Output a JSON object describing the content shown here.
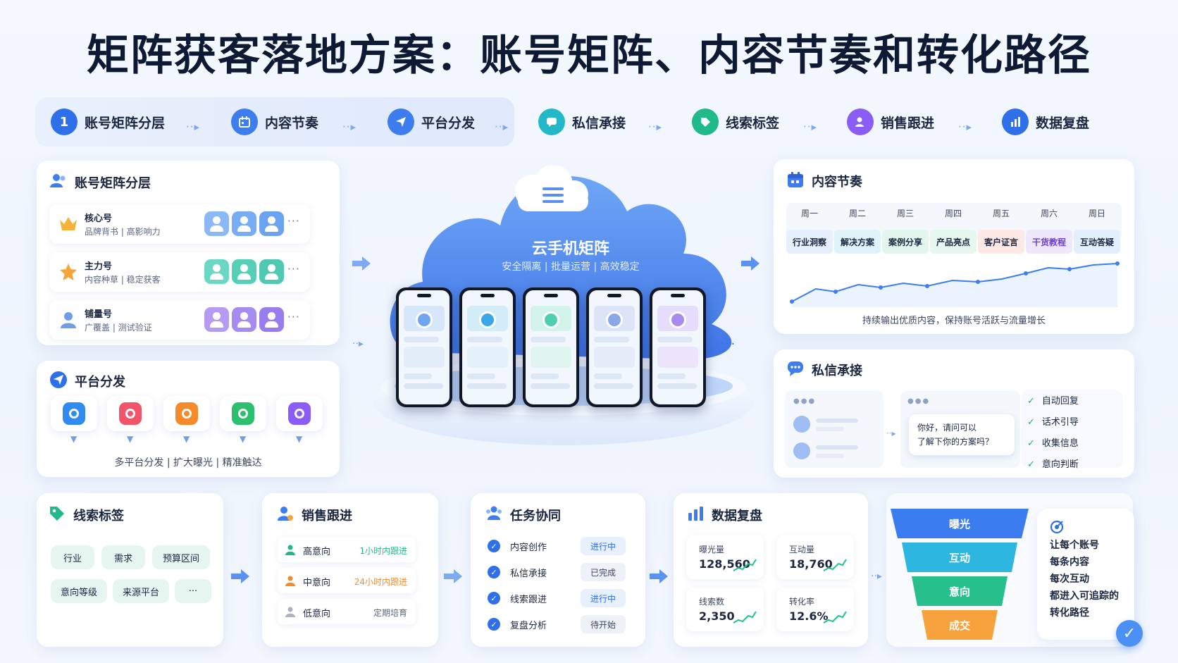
{
  "title": "矩阵获客落地方案：账号矩阵、内容节奏和转化路径",
  "flow_steps": [
    {
      "number": "1",
      "label": "账号矩阵分层",
      "icon": "number-one-icon",
      "color": "#2f6fea"
    },
    {
      "label": "内容节奏",
      "icon": "calendar-icon",
      "color": "#2f6fea"
    },
    {
      "label": "平台分发",
      "icon": "send-icon",
      "color": "#2f6fea"
    },
    {
      "label": "私信承接",
      "icon": "chat-icon",
      "color": "#22b8c8"
    },
    {
      "label": "线索标签",
      "icon": "tag-icon",
      "color": "#1fb98a"
    },
    {
      "label": "销售跟进",
      "icon": "user-edit-icon",
      "color": "#8b5cf6"
    },
    {
      "label": "数据复盘",
      "icon": "bar-chart-icon",
      "color": "#2f6fea"
    }
  ],
  "account_tiers": {
    "title": "账号矩阵分层",
    "tiers": [
      {
        "name": "核心号",
        "desc": "品牌背书 | 高影响力",
        "icon": "crown-icon",
        "avatar_color": "#7fb2f5"
      },
      {
        "name": "主力号",
        "desc": "内容种草 | 稳定获客",
        "icon": "star-icon",
        "avatar_color": "#5fd6bf"
      },
      {
        "name": "铺量号",
        "desc": "广覆盖 | 测试验证",
        "icon": "person-icon",
        "avatar_color": "#a98bf0"
      }
    ]
  },
  "platform": {
    "title": "平台分发",
    "caption": "多平台分发 | 扩大曝光 | 精准触达",
    "platforms": [
      {
        "icon": "platform-blue-icon",
        "color": "#2f8bf0"
      },
      {
        "icon": "platform-red-icon",
        "color": "#f0556a"
      },
      {
        "icon": "platform-orange-icon",
        "color": "#f58a2a"
      },
      {
        "icon": "platform-green-icon",
        "color": "#2cbf6e"
      },
      {
        "icon": "platform-purple-icon",
        "color": "#8b5cf6"
      }
    ]
  },
  "cloud": {
    "title": "云手机矩阵",
    "subtitle": "安全隔离 | 批量运营 | 高效稳定",
    "phones": [
      {
        "accent": "#6fa6f2"
      },
      {
        "accent": "#3aa7e8"
      },
      {
        "accent": "#4fcfb0"
      },
      {
        "accent": "#8aa8e8"
      },
      {
        "accent": "#a98bf0"
      }
    ]
  },
  "content_rhythm": {
    "title": "内容节奏",
    "days": [
      "周一",
      "周二",
      "周三",
      "周四",
      "周五",
      "周六",
      "周日"
    ],
    "tags": [
      {
        "label": "行业洞察",
        "bg": "#e6effd",
        "color": "#1b2740"
      },
      {
        "label": "解决方案",
        "bg": "#e0f3fb",
        "color": "#1b2740"
      },
      {
        "label": "案例分享",
        "bg": "#e3f6ee",
        "color": "#1b2740"
      },
      {
        "label": "产品亮点",
        "bg": "#e6f7ef",
        "color": "#1b2740"
      },
      {
        "label": "客户证言",
        "bg": "#fde8e6",
        "color": "#1b2740"
      },
      {
        "label": "干货教程",
        "bg": "#efe8fd",
        "color": "#6b3fd6"
      },
      {
        "label": "互动答疑",
        "bg": "#e4effd",
        "color": "#1b2740"
      }
    ],
    "caption": "持续输出优质内容，保持账号活跃与流量增长"
  },
  "dm": {
    "title": "私信承接",
    "bubble_line1": "你好，请问可以",
    "bubble_line2": "了解下你的方案吗？",
    "checks": [
      "自动回复",
      "话术引导",
      "收集信息",
      "意向判断"
    ]
  },
  "lead_tags": {
    "title": "线索标签",
    "tags": [
      "行业",
      "需求",
      "预算区间",
      "意向等级",
      "来源平台",
      "···"
    ]
  },
  "sales": {
    "title": "销售跟进",
    "rows": [
      {
        "label": "高意向",
        "note": "1小时内跟进",
        "color": "#1fb98a",
        "icon": "person-green-icon"
      },
      {
        "label": "中意向",
        "note": "24小时内跟进",
        "color": "#f58a2a",
        "icon": "person-orange-icon"
      },
      {
        "label": "低意向",
        "note": "定期培育",
        "color": "#5a6780",
        "icon": "person-gray-icon"
      }
    ]
  },
  "tasks": {
    "title": "任务协同",
    "rows": [
      {
        "label": "内容创作",
        "status": "进行中",
        "status_color": "#2f6fea",
        "status_bg": "#e8f0fe"
      },
      {
        "label": "私信承接",
        "status": "已完成",
        "status_color": "#3a4560",
        "status_bg": "#eef2f8"
      },
      {
        "label": "线索跟进",
        "status": "进行中",
        "status_color": "#2f6fea",
        "status_bg": "#e8f0fe"
      },
      {
        "label": "复盘分析",
        "status": "待开始",
        "status_color": "#3a4560",
        "status_bg": "#eef2f8"
      }
    ]
  },
  "data_review": {
    "title": "数据复盘",
    "metrics": [
      {
        "label": "曝光量",
        "value": "128,560"
      },
      {
        "label": "互动量",
        "value": "18,760"
      },
      {
        "label": "线索数",
        "value": "2,350"
      },
      {
        "label": "转化率",
        "value": "12.6%"
      }
    ]
  },
  "funnel": {
    "stages": [
      {
        "label": "曝光",
        "color": "#3b7cf0"
      },
      {
        "label": "互动",
        "color": "#2db6e0"
      },
      {
        "label": "意向",
        "color": "#27c08c"
      },
      {
        "label": "成交",
        "color": "#f7a23c"
      }
    ]
  },
  "side_note": {
    "lines": [
      "让每个账号",
      "每条内容",
      "每次互动",
      "都进入可追踪的",
      "转化路径"
    ]
  }
}
